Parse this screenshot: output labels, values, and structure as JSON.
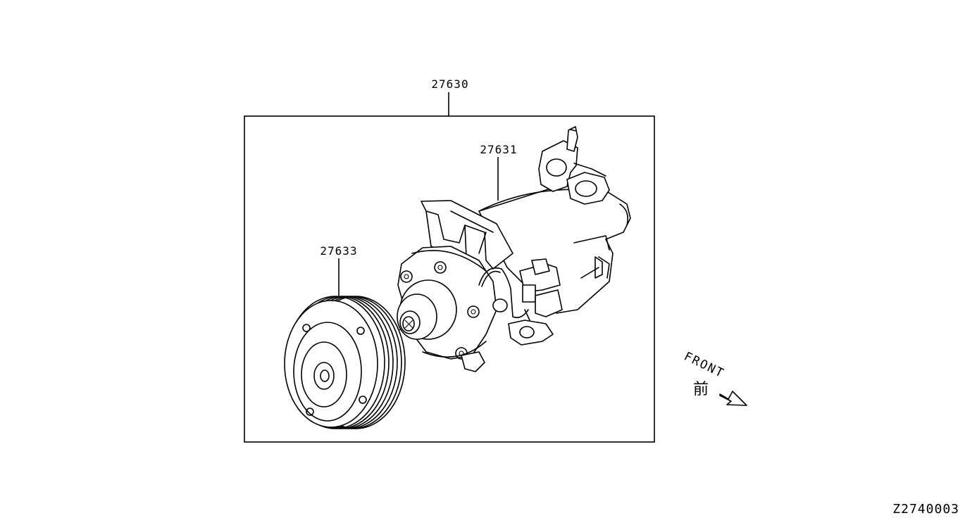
{
  "diagram": {
    "parts": [
      {
        "id": "assembly",
        "number": "27630",
        "description": "compressor assembly"
      },
      {
        "id": "compressor",
        "number": "27631",
        "description": "compressor body"
      },
      {
        "id": "clutch",
        "number": "27633",
        "description": "magnet clutch pulley"
      }
    ],
    "direction_indicator": {
      "label": "FRONT",
      "kanji": "前"
    },
    "figure_id": "Z2740003"
  }
}
